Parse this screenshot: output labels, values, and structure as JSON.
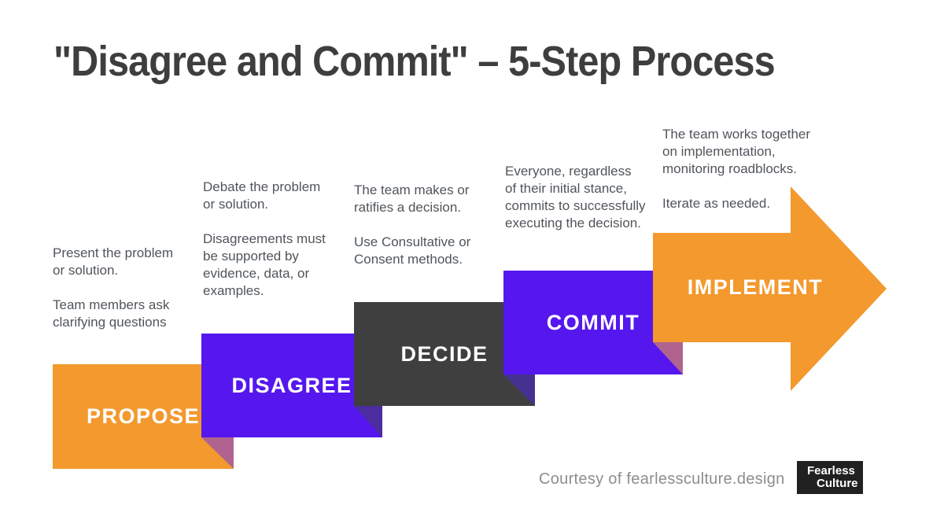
{
  "title": "\"Disagree and Commit\" – 5-Step Process",
  "colors": {
    "background": "#FFFFFF",
    "orange": "#F3992E",
    "purple": "#5517EE",
    "dark_gray": "#3F3F3F",
    "fold_mauve": "#B1638F",
    "fold_dark_violet": "#4C2DA0",
    "fold_indigo": "#45318F",
    "title_text": "#3E3E3E",
    "description_text": "#50555B",
    "step_label_text": "#FFFFFF",
    "footer_text": "#8D8D8D",
    "logo_background": "#212121",
    "logo_text": "#FFFFFF"
  },
  "steps": [
    {
      "label": "PROPOSE",
      "description": [
        "Present the problem",
        "or solution.",
        "",
        "Team members ask",
        "clarifying questions"
      ]
    },
    {
      "label": "DISAGREE",
      "description": [
        "Debate the problem",
        "or solution.",
        "",
        "Disagreements must",
        "be supported by",
        "evidence, data, or",
        "examples."
      ]
    },
    {
      "label": "DECIDE",
      "description": [
        "The team makes or",
        "ratifies a decision.",
        "",
        "Use Consultative or",
        "Consent methods."
      ]
    },
    {
      "label": "COMMIT",
      "description": [
        "Everyone, regardless",
        "of their initial stance,",
        "commits to successfully",
        "executing the decision."
      ]
    },
    {
      "label": "IMPLEMENT",
      "description": [
        "The team works together",
        "on implementation,",
        "monitoring roadblocks.",
        "",
        "Iterate as needed."
      ]
    }
  ],
  "footer": {
    "credit": "Courtesy of fearlessculture.design"
  },
  "logo": {
    "line1": "Fearless",
    "line2": "Culture"
  }
}
